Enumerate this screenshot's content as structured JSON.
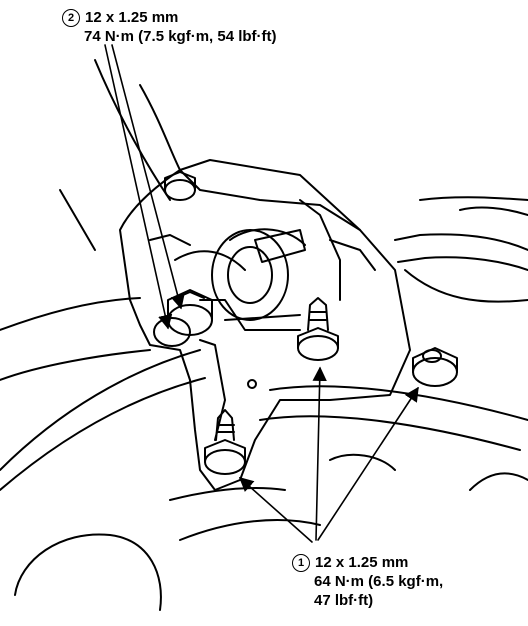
{
  "callout_2": {
    "number": "2",
    "size": "12 x 1.25 mm",
    "torque": "74 N·m (7.5 kgf·m, 54 lbf·ft)"
  },
  "callout_1": {
    "number": "1",
    "size": "12 x 1.25 mm",
    "torque_line1": "64 N·m (6.5 kgf·m,",
    "torque_line2": "47 lbf·ft)"
  },
  "colors": {
    "line": "#000000",
    "background": "#ffffff"
  }
}
